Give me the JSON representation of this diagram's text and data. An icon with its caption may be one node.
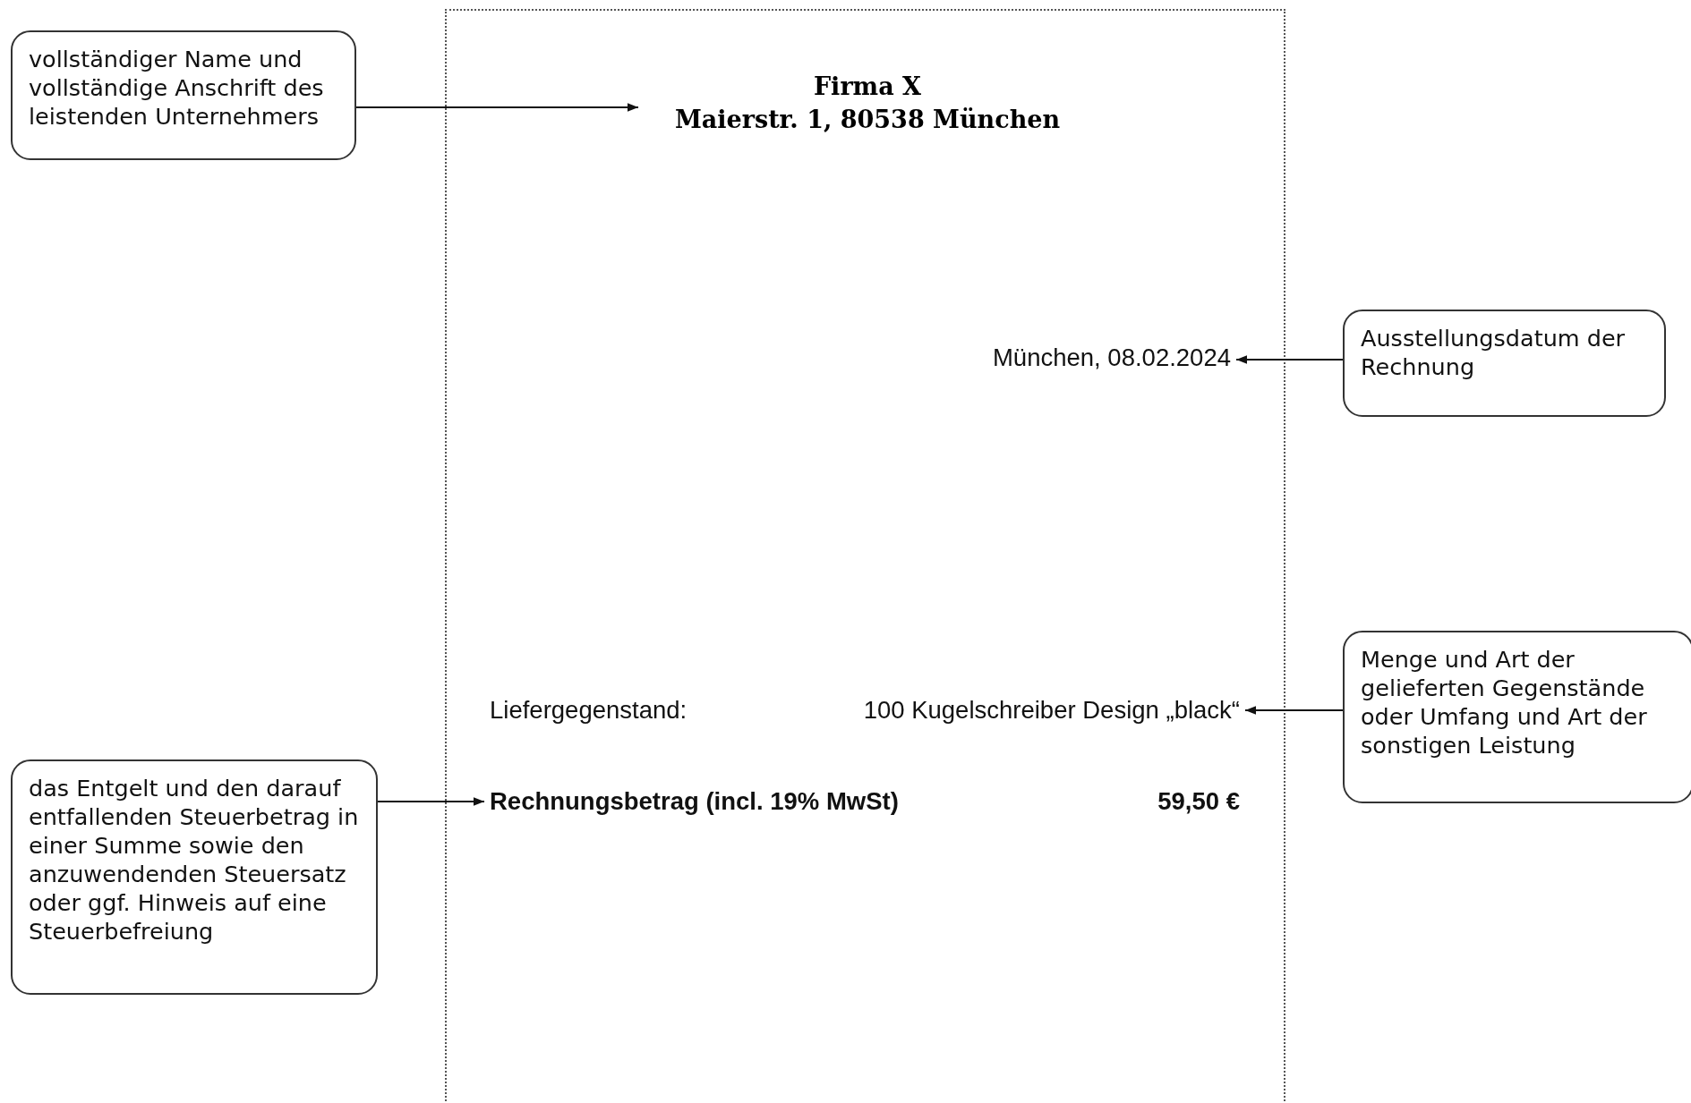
{
  "diagram": {
    "nodes": [
      {
        "text": [
          "vollständiger Name und vollständige Anschrift des leistenden Unternehmers"
        ]
      },
      {
        "text": [],
        "shape": "box"
      },
      {
        "text": [
          "Firma X",
          "Maierstr. 1, 80538 München"
        ],
        "in": 1
      },
      {
        "text": [
          "Ausstellungsdatum der Rechnung"
        ]
      },
      {
        "text": [
          "München, 08.02.2024"
        ],
        "in": 1
      },
      {
        "text": [
          "Menge und Art der gelieferten Gegenstände oder Umfang und Art der sonstigen Leistung"
        ]
      },
      {
        "text": [
          "Liefergegenstand:",
          "100 Kugelschreiber Design „black“"
        ],
        "in": 1
      },
      {
        "text": [
          "das Entgelt und den darauf entfallenden Steuerbetrag in einer Summe sowie den anzuwendenden Steuersatz oder ggf. Hinweis auf eine Steuerbefreiung"
        ]
      },
      {
        "text": [
          "Rechnungsbetrag (incl. 19% MwSt)",
          "59,50 €"
        ],
        "in": 1
      }
    ],
    "edges": [
      {
        "from": 0,
        "to": 2,
        "arrow": "to"
      },
      {
        "from": 3,
        "to": 4,
        "arrow": "to"
      },
      {
        "from": 5,
        "to": 6,
        "arrow": "to"
      },
      {
        "from": 7,
        "to": 8,
        "arrow": "to"
      }
    ]
  }
}
